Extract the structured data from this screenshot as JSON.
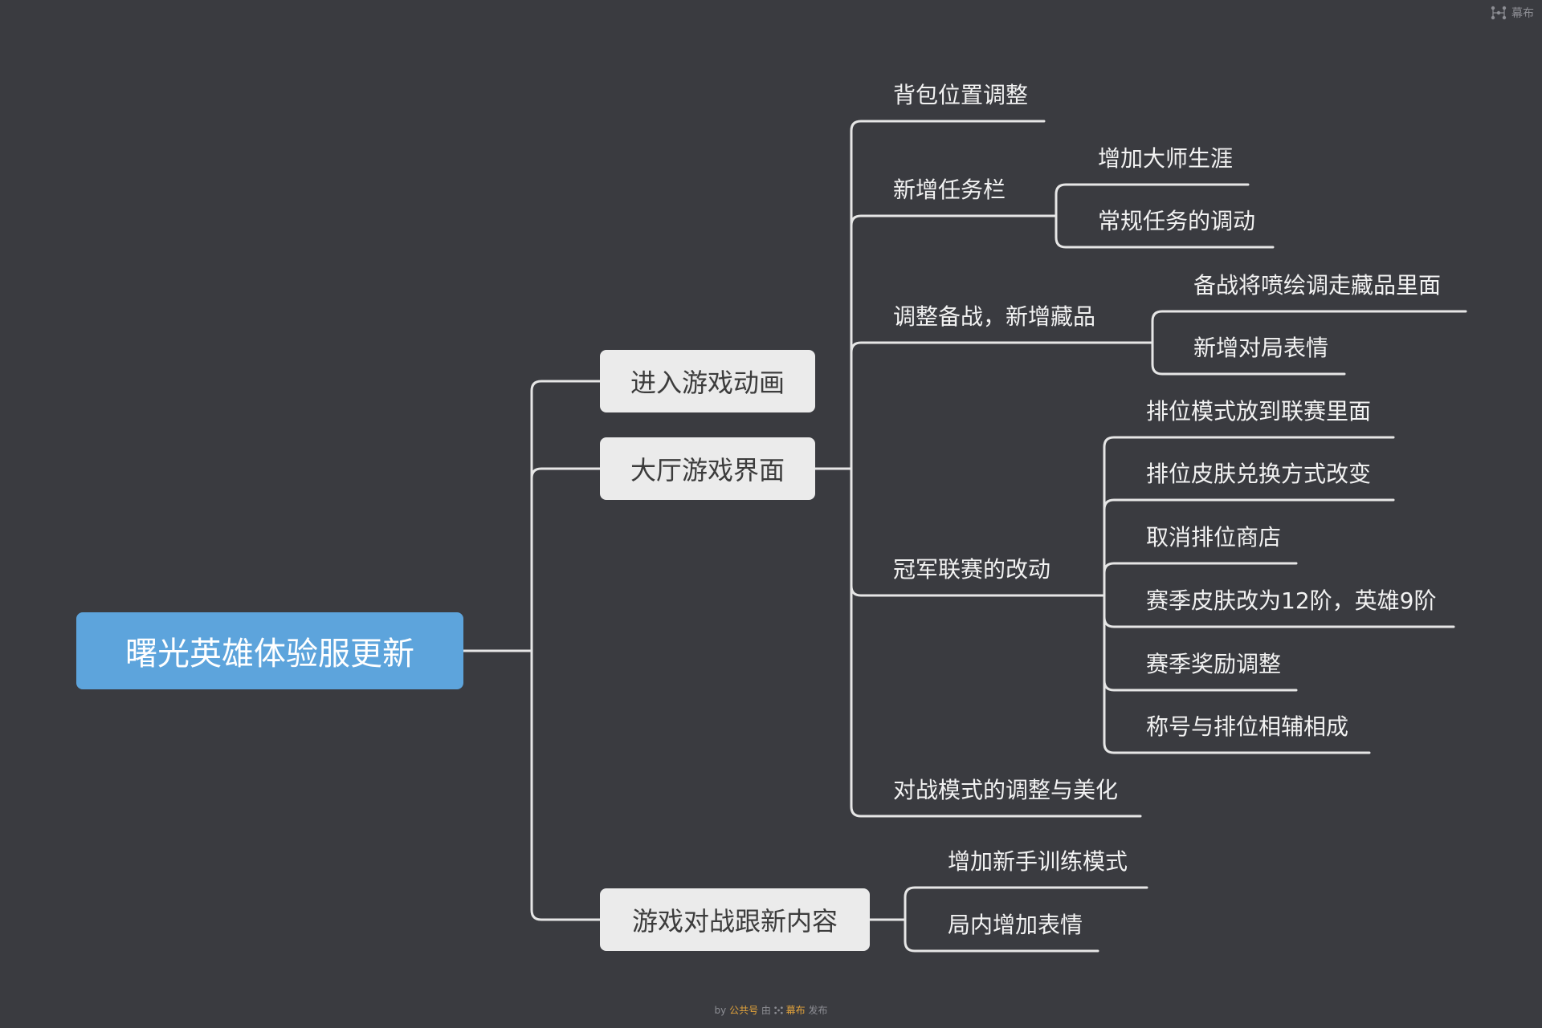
{
  "brand": {
    "logo_icon": "mubu-logo-icon",
    "name": "幕布"
  },
  "footer": {
    "by": "by",
    "account": "公共号",
    "via": "由",
    "brand": "幕布",
    "publish": "发布"
  },
  "colors": {
    "background": "#3a3b40",
    "root_fill": "#5da4dc",
    "branch_fill": "#ebebeb",
    "line": "#e6e6e6",
    "text": "#f2f2f2"
  },
  "root": {
    "label": "曙光英雄体验服更新"
  },
  "branches": [
    {
      "label": "进入游戏动画"
    },
    {
      "label": "大厅游戏界面",
      "children": [
        {
          "label": "背包位置调整"
        },
        {
          "label": "新增任务栏",
          "children": [
            {
              "label": "增加大师生涯"
            },
            {
              "label": "常规任务的调动"
            }
          ]
        },
        {
          "label": "调整备战，新增藏品",
          "children": [
            {
              "label": "备战将喷绘调走藏品里面"
            },
            {
              "label": "新增对局表情"
            }
          ]
        },
        {
          "label": "冠军联赛的改动",
          "children": [
            {
              "label": "排位模式放到联赛里面"
            },
            {
              "label": "排位皮肤兑换方式改变"
            },
            {
              "label": "取消排位商店"
            },
            {
              "label": "赛季皮肤改为12阶，英雄9阶"
            },
            {
              "label": "赛季奖励调整"
            },
            {
              "label": "称号与排位相辅相成"
            }
          ]
        },
        {
          "label": "对战模式的调整与美化"
        }
      ]
    },
    {
      "label": "游戏对战跟新内容",
      "children": [
        {
          "label": "增加新手训练模式"
        },
        {
          "label": "局内增加表情"
        }
      ]
    }
  ]
}
